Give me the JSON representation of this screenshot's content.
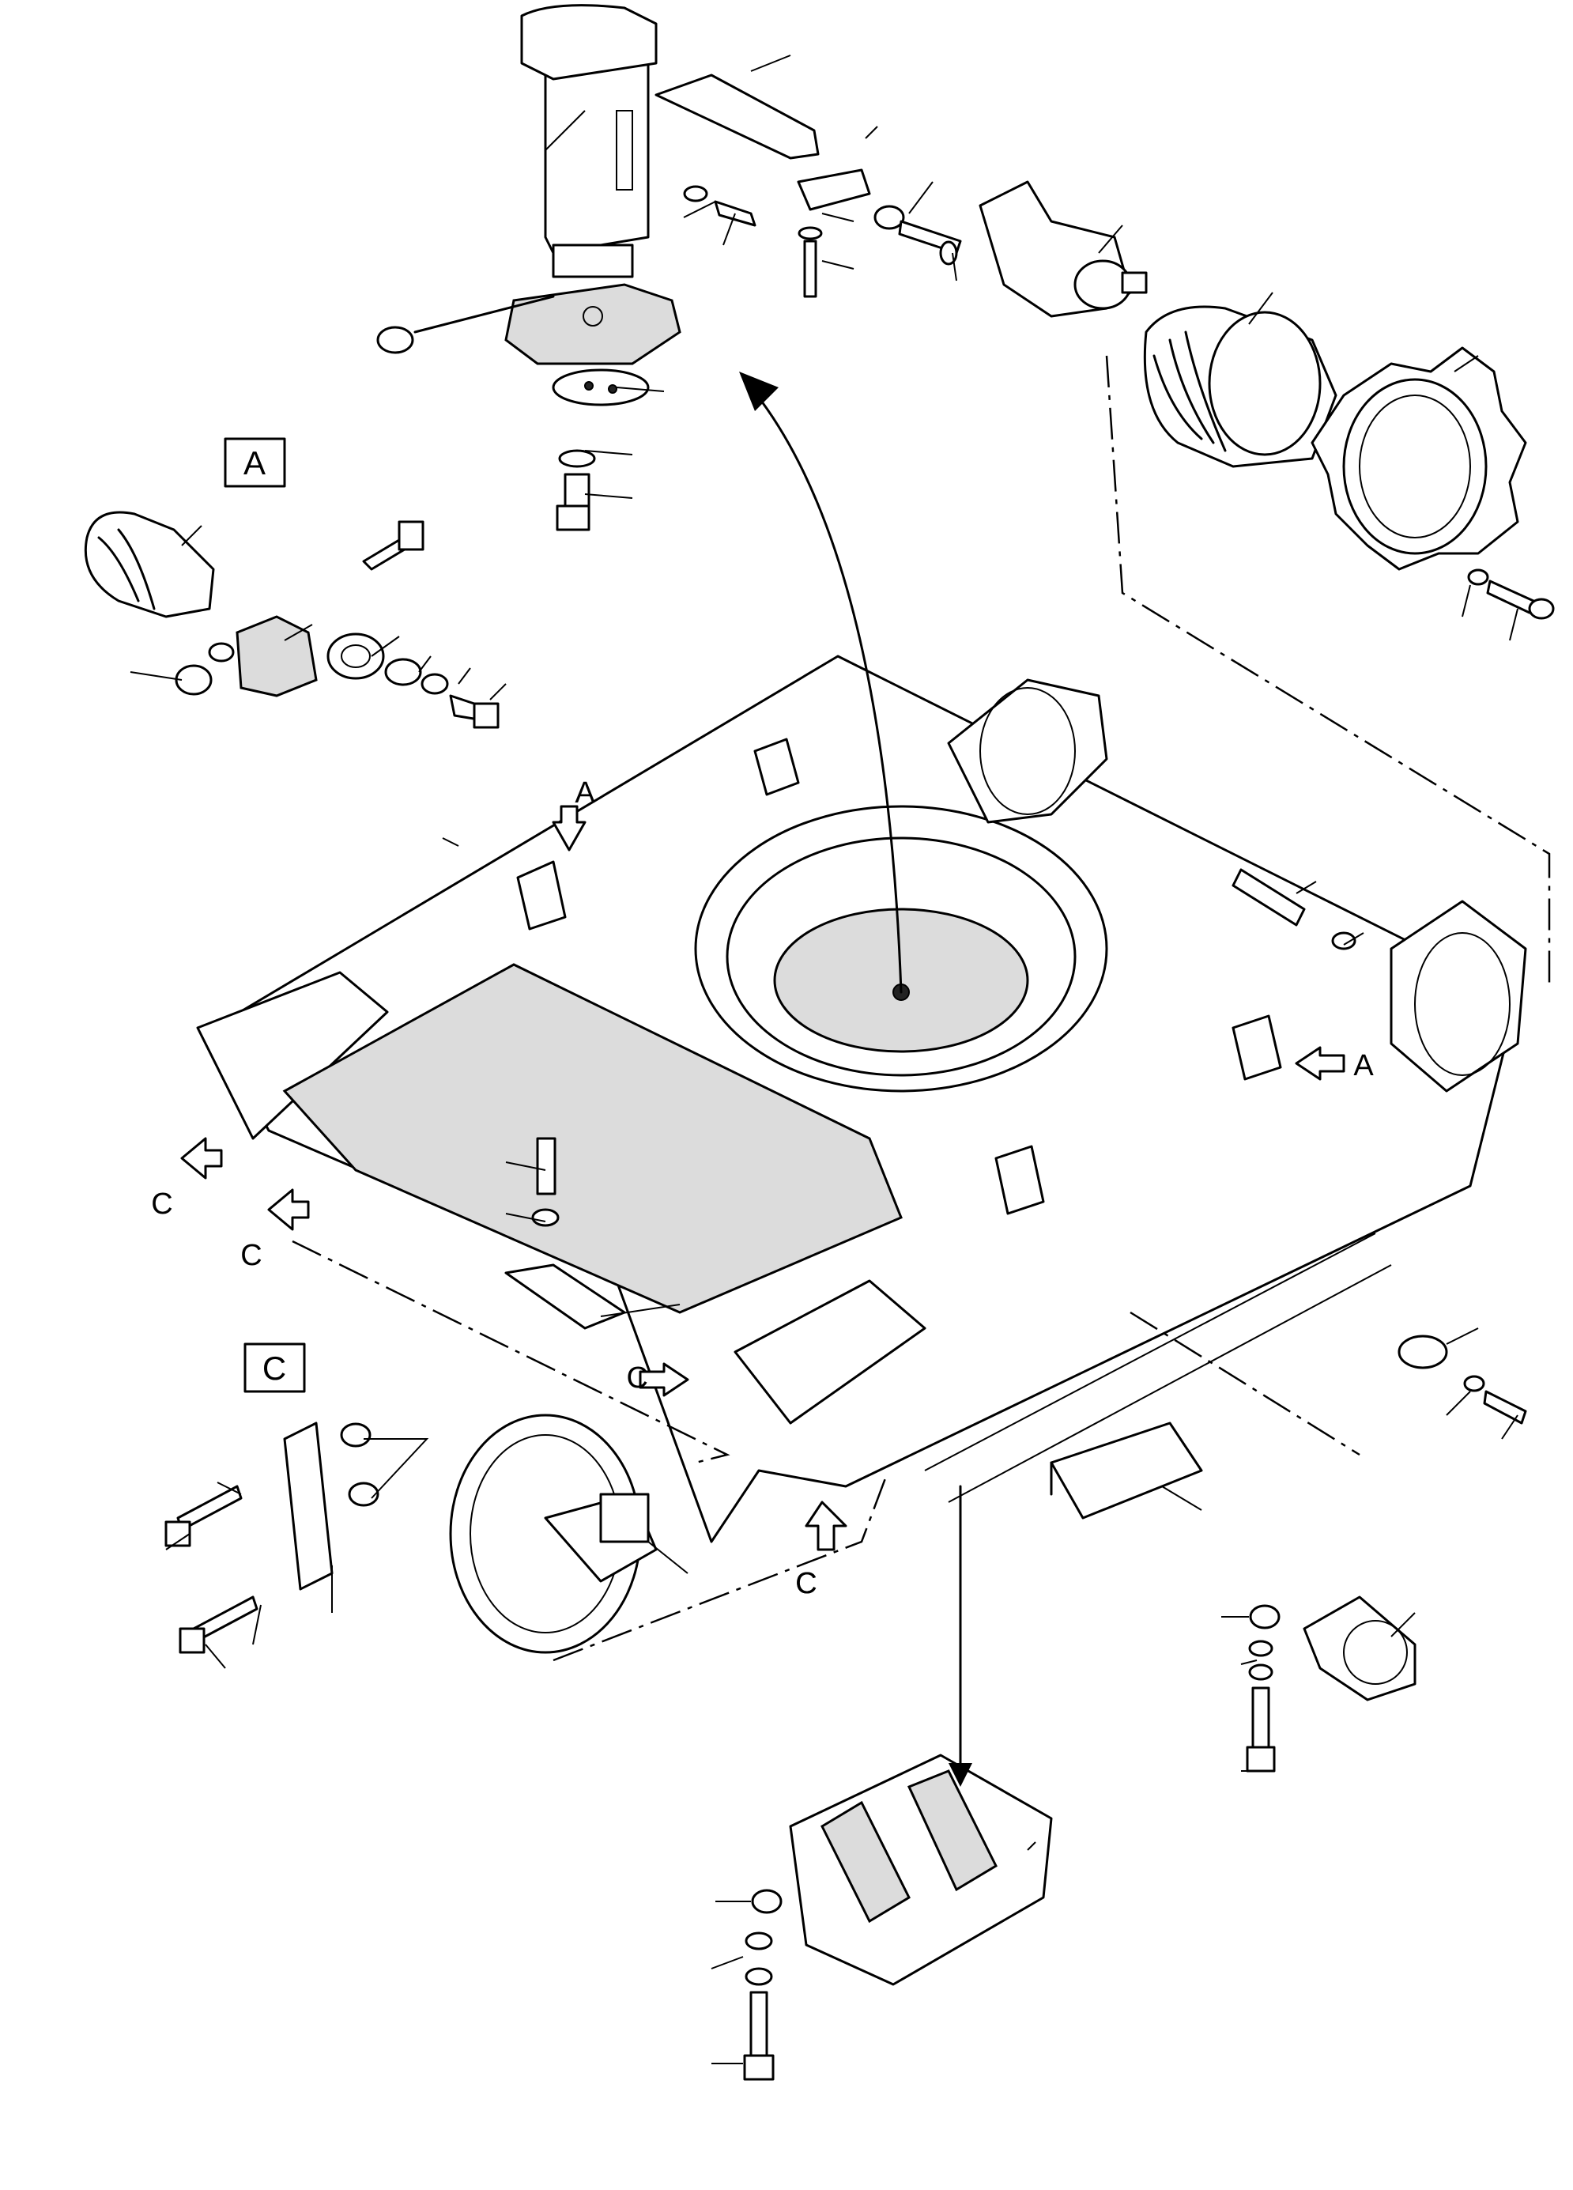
{
  "detail_labels": {
    "a": "A",
    "c": "C"
  },
  "view_arrows": {
    "a_top": "A",
    "a_right": "A",
    "c_left_1": "C",
    "c_left_2": "C",
    "c_mid": "C",
    "c_bottom": "C",
    "c_bottom_2": "C"
  }
}
